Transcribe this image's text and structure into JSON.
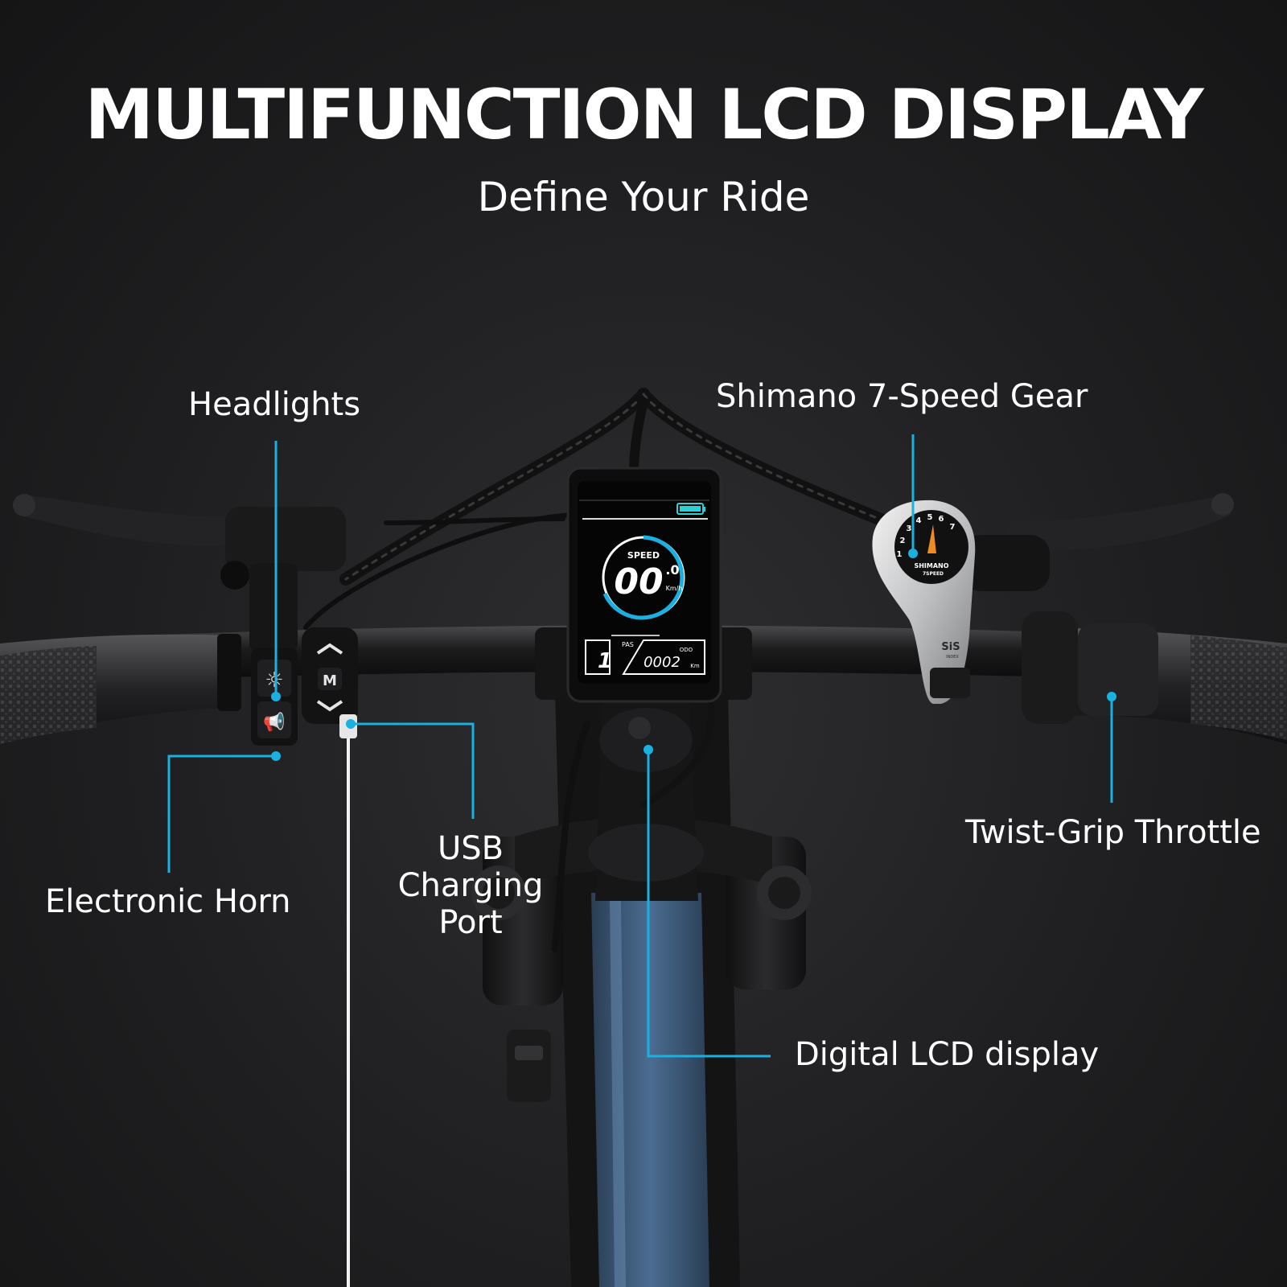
{
  "title": "MULTIFUNCTION LCD DISPLAY",
  "subtitle": "Define Your Ride",
  "callouts": {
    "headlights": "Headlights",
    "shimano": "Shimano 7-Speed Gear",
    "usb": "USB Charging Port",
    "horn": "Electronic Horn",
    "throttle": "Twist-Grip Throttle",
    "lcd": "Digital LCD display"
  },
  "lcd": {
    "speed_label": "SPEED",
    "speed_value": "00",
    "speed_decimal": ".0",
    "speed_unit": "Km/h",
    "pas_label": "PAS",
    "pas_value": "1",
    "odo_label": "ODO",
    "odo_value": "0002",
    "odo_unit": "Km"
  },
  "controls": {
    "mode_button": "M"
  },
  "shifter": {
    "gear_numbers": [
      "1",
      "2",
      "3",
      "4",
      "5",
      "6",
      "7"
    ],
    "brand": "SHIMANO",
    "model": "7SPEED",
    "index_brand": "SiS",
    "index_label": "INDEX"
  },
  "colors": {
    "accent": "#1ab0e0",
    "background": "#1f1f21",
    "frame": "#3e5a78",
    "battery": "#2ecfd6",
    "shifter_needle": "#f08a24"
  }
}
